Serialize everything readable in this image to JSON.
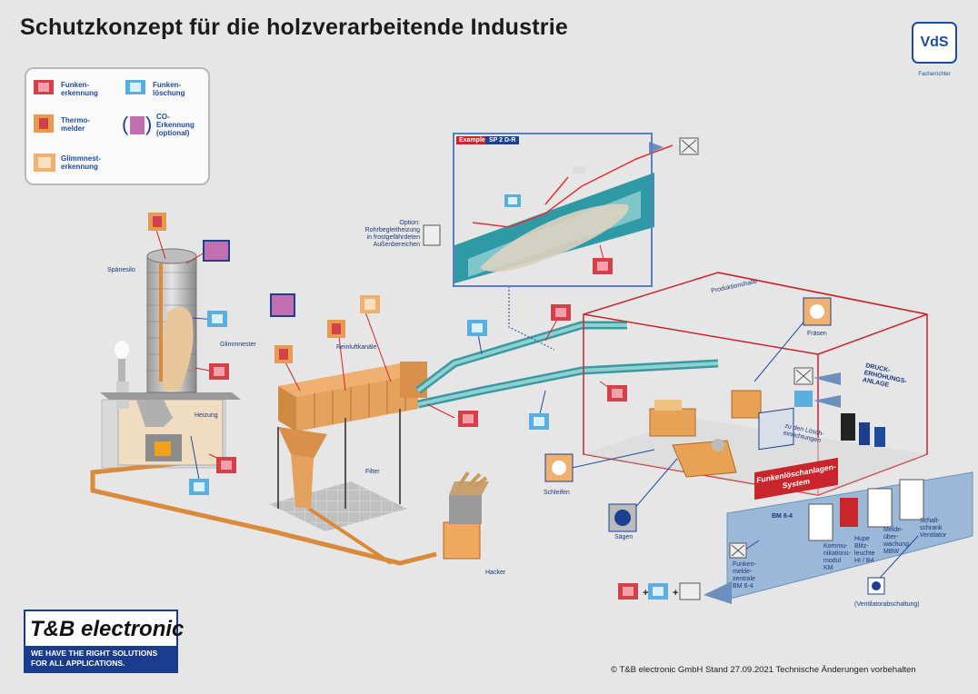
{
  "title": "Schutzkonzept für die holzverarbeitende Industrie",
  "logo_vds": {
    "text": "VdS",
    "subtitle": "Facherrichter"
  },
  "legend": {
    "items": [
      {
        "label": "Funken-\nerkennung",
        "icon": "spark-detector-icon",
        "color": "#d4404a"
      },
      {
        "label": "Funken-\nlöschung",
        "icon": "spark-extinguisher-icon",
        "color": "#5aaee0"
      },
      {
        "label": "Thermo-\nmelder",
        "icon": "heat-detector-icon",
        "color": "#e89a50"
      },
      {
        "label": "CO-\nErkennung\n(optional)",
        "icon": "co-detector-icon",
        "color": "#c070b0"
      },
      {
        "label": "Glimmnest-\nerkennung",
        "icon": "ember-detector-icon",
        "color": "#f0b070"
      }
    ]
  },
  "labels": {
    "spaenesilo": "Spänesilo",
    "glimmnester": "Glimmnester",
    "heizung": "Heizung",
    "reinluftkanaele": "Reinluftkanäle",
    "filter": "Filter",
    "hacker": "Hacker",
    "schleifen": "Schleifen",
    "saegen": "Sägen",
    "fraesen": "Fräsen",
    "produktionshalle": "Produktionshalle",
    "option": "Option:\nRohrbegleitheizung\nin frostgefährdeten\nAußenbereichen",
    "example_tag": "Example:",
    "example_name": "SP 2 D-R",
    "druckerhoehung": "DRUCK-\nERHÖHUNGS-\nANLAGE",
    "wasser": "zu den Lösch-\neinrichtungen",
    "fls_banner": "Funkenlöschanlagen-\nSystem",
    "bm64": "BM 6-4",
    "funkenmelde": "Funken-\nmelde-\nzentrale\nBM 6-4",
    "kommunikation": "Kommu-\nnikations-\nmodul\nKM",
    "hupe": "Hupe\nBlitz-\nleuchte\nHI / B4",
    "meldeueber": "Melde-\nüber-\nwachung\nMBW",
    "schaltschrank": "Schalt-\nschrank\nVentilator",
    "ventilator": "(Ventilatorabschaltung)"
  },
  "brand": {
    "name": "T&B electronic",
    "slogan": "WE HAVE THE RIGHT SOLUTIONS\nFOR ALL APPLICATIONS."
  },
  "footer": "© T&B electronic GmbH    Stand 27.09.2021    Technische Änderungen vorbehalten"
}
